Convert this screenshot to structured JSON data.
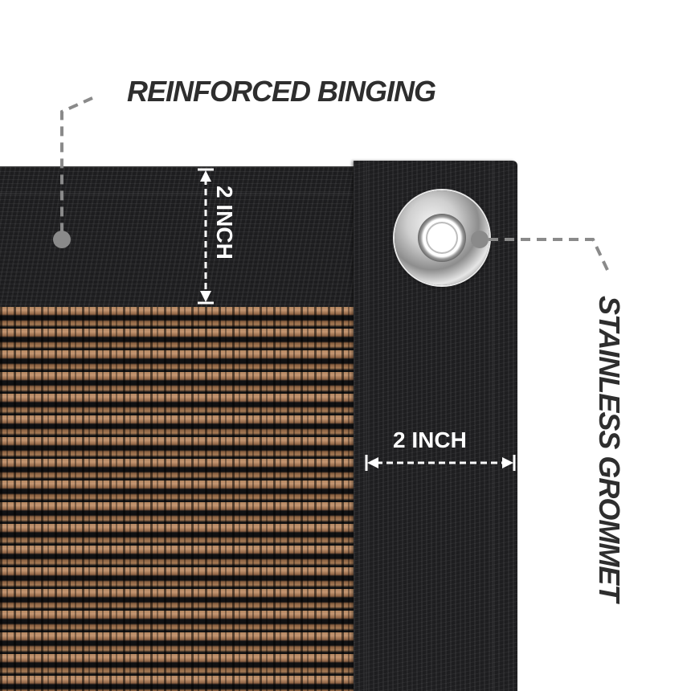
{
  "image": {
    "description": "Product detail photo of a brown shade cloth corner with black reinforced binding and a stainless steel grommet, annotated with callouts and dimensions",
    "background_color": "#ffffff"
  },
  "callouts": {
    "reinforced_binding": {
      "label": "REINFORCED BINGING",
      "color": "#2e2e2e"
    },
    "grommet": {
      "label": "STAINLESS GROMMET",
      "color": "#2e2e2e"
    }
  },
  "dimensions": {
    "top_binding_width": {
      "label": "2 INCH",
      "orientation": "vertical"
    },
    "side_binding_width": {
      "label": "2 INCH",
      "orientation": "horizontal"
    }
  },
  "colors": {
    "binding": "#1e1e20",
    "mesh_tan": "#b48760",
    "mesh_dark": "#111214",
    "callout_gray": "#8a8a8a",
    "dimension_white": "#ffffff"
  }
}
